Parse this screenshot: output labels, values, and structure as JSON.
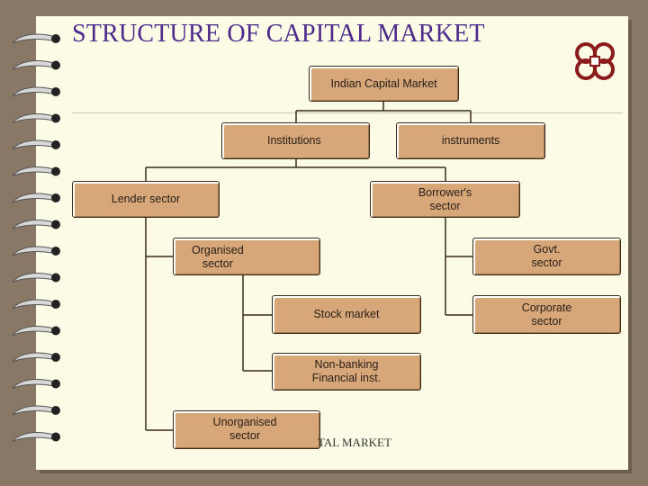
{
  "slide": {
    "title": "STRUCTURE OF CAPITAL MARKET",
    "footer_fragment": "TAL MARKET"
  },
  "nodes": {
    "root": "Indian Capital Market",
    "institutions": "Institutions",
    "instruments": "instruments",
    "lender": "Lender sector",
    "borrower": "Borrower's\nsector",
    "organised": "Organised\nsector",
    "govt": "Govt.\nsector",
    "stock_market": "Stock market",
    "corporate": "Corporate\nsector",
    "nbfi": "Non-banking\nFinancial inst.",
    "unorganised": "Unorganised\nsector"
  },
  "colors": {
    "box_fill": "#d7a77a",
    "background": "#fcfce6",
    "title": "#4d2a8a",
    "logo": "#8b1a1a"
  }
}
